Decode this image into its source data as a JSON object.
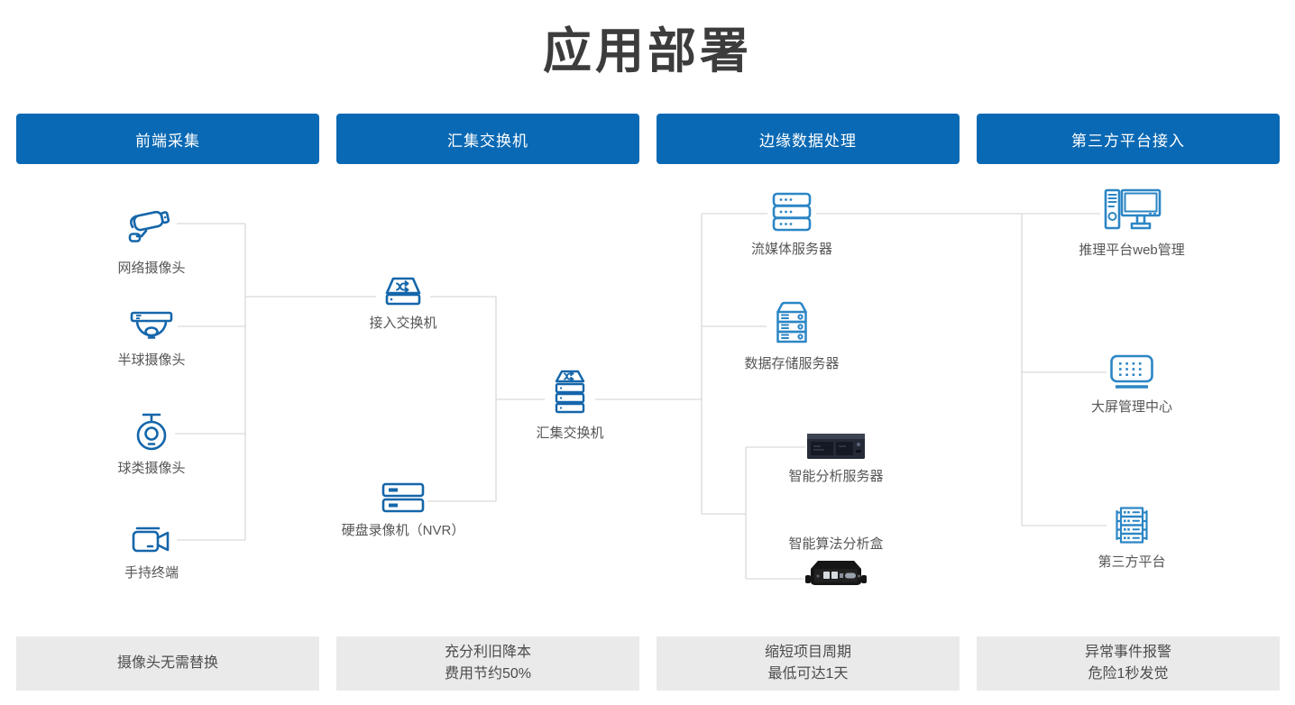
{
  "title": "应用部署",
  "columns": [
    {
      "header": "前端采集",
      "footer": [
        "摄像头无需替换"
      ]
    },
    {
      "header": "汇集交换机",
      "footer": [
        "充分利旧降本",
        "费用节约50%"
      ]
    },
    {
      "header": "边缘数据处理",
      "footer": [
        "缩短项目周期",
        "最低可达1天"
      ]
    },
    {
      "header": "第三方平台接入",
      "footer": [
        "异常事件报警",
        "危险1秒发觉"
      ]
    }
  ],
  "nodes": {
    "network_camera": {
      "label": "网络摄像头",
      "icon": "bullet-camera-icon"
    },
    "dome_camera": {
      "label": "半球摄像头",
      "icon": "dome-camera-icon"
    },
    "ball_camera": {
      "label": "球类摄像头",
      "icon": "ptz-ball-camera-icon"
    },
    "handheld": {
      "label": "手持终端",
      "icon": "camcorder-icon"
    },
    "access_switch": {
      "label": "接入交换机",
      "icon": "switch-icon"
    },
    "nvr": {
      "label": "硬盘录像机（NVR）",
      "icon": "nvr-icon"
    },
    "agg_switch": {
      "label": "汇集交换机",
      "icon": "stacked-switch-icon"
    },
    "stream_server": {
      "label": "流媒体服务器",
      "icon": "media-server-icon"
    },
    "storage_server": {
      "label": "数据存储服务器",
      "icon": "storage-server-icon"
    },
    "analysis_server": {
      "label": "智能分析服务器",
      "icon": "rack-server-photo"
    },
    "analysis_box": {
      "label": "智能算法分析盒",
      "icon": "edge-box-photo"
    },
    "computer": {
      "label": "推理平台web管理",
      "icon": "desktop-computer-icon"
    },
    "led_wall": {
      "label": "大屏管理中心",
      "icon": "led-wall-icon"
    },
    "third_party": {
      "label": "第三方平台",
      "icon": "server-stack-icon"
    }
  },
  "colors": {
    "header_bg": "#0a69b4",
    "icon_blue_dark": "#1566aa",
    "icon_blue_light": "#2c86c5",
    "connector": "#d9d9d9",
    "footer_bg": "#eaeaea",
    "title_text": "#3c3c3c",
    "label_text": "#565656"
  }
}
